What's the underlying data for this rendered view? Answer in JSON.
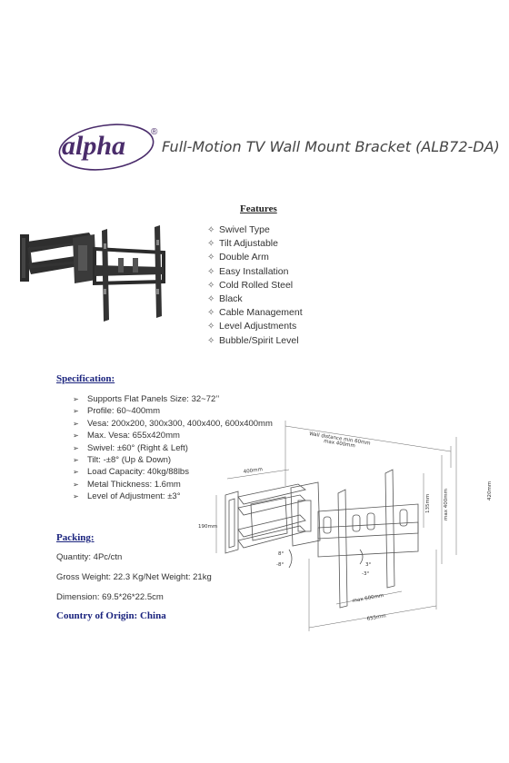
{
  "header": {
    "brand": "alpha",
    "registered_mark": "®",
    "title": "Full-Motion TV Wall Mount Bracket (ALB72-DA)"
  },
  "features": {
    "heading": "Features",
    "bullet_icon": "four-pointed-star-outline",
    "items": [
      "Swivel Type",
      "Tilt Adjustable",
      "Double Arm",
      "Easy Installation",
      "Cold Rolled Steel",
      "Black",
      "Cable Management",
      "Level Adjustments",
      "Bubble/Spirit Level"
    ]
  },
  "specification": {
    "heading": "Specification:",
    "bullet_icon": "arrowhead",
    "items": [
      "Supports Flat Panels Size: 32~72’’",
      "Profile: 60~400mm",
      "Vesa: 200x200, 300x300, 400x400, 600x400mm",
      "Max. Vesa: 655x420mm",
      "Swivel: ±60° (Right & Left)",
      "Tilt: -±8° (Up & Down)",
      "Load Capacity: 40kg/88lbs",
      "Metal Thickness: 1.6mm",
      "Level of Adjustment: ±3°"
    ]
  },
  "packing": {
    "heading": "Packing:",
    "quantity": "Quantity: 4Pc/ctn",
    "weight": "Gross Weight: 22.3 Kg/Net Weight: 21kg",
    "dimension": "Dimension: 69.5*26*22.5cm"
  },
  "country": "Country of Origin: China",
  "drawing": {
    "wall_distance_line1": "Wall distance min 60mm",
    "wall_distance_line2": "max 400mm",
    "arm_400": "400mm",
    "height_190": "190mm",
    "height_135": "135mm",
    "max_400": "max 400mm",
    "height_420": "420mm",
    "tilt_up": "8°",
    "tilt_down": "-8°",
    "level_plus": "3°",
    "level_minus": "-3°",
    "max_600": "max 600mm",
    "width_655": "655mm"
  },
  "colors": {
    "heading_blue": "#1a237e",
    "brand_purple": "#4a2c6b",
    "text": "#333333"
  }
}
